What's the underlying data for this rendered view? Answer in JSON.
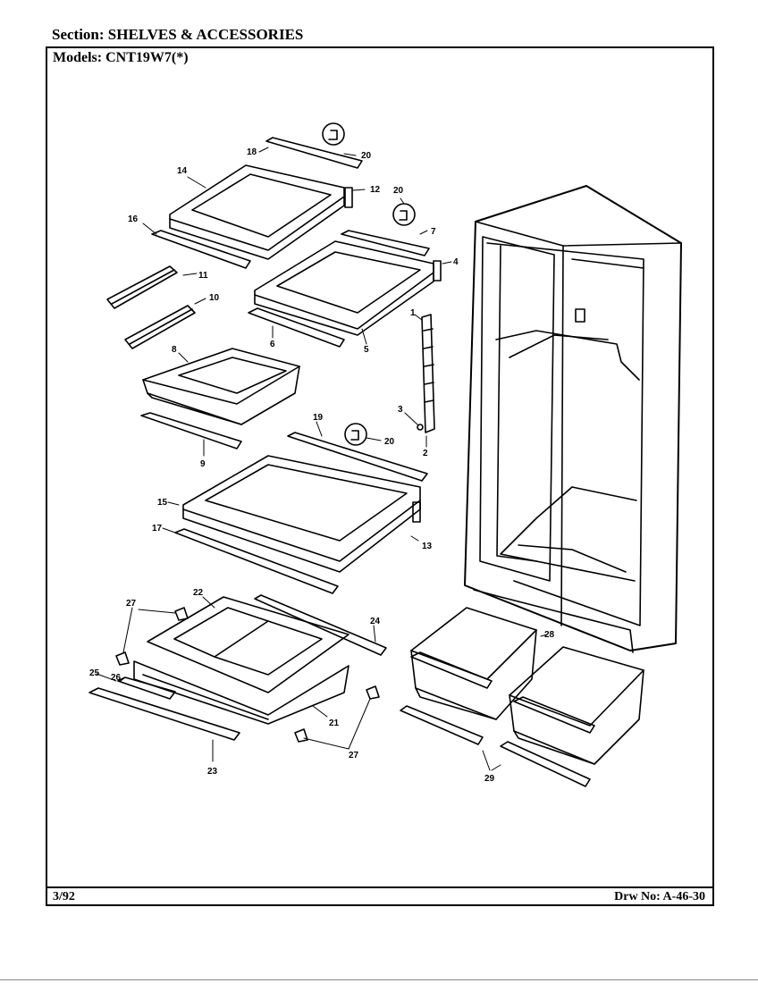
{
  "header": {
    "section_label": "Section:",
    "section_value": "SHELVES & ACCESSORIES",
    "models_label": "Models:",
    "models_value": "CNT19W7(*)"
  },
  "footer": {
    "date": "3/92",
    "drawing_number": "Drw No: A-46-30"
  },
  "callouts": [
    "18",
    "20",
    "14",
    "12",
    "20",
    "7",
    "16",
    "4",
    "11",
    "10",
    "1",
    "6",
    "5",
    "8",
    "3",
    "2",
    "9",
    "19",
    "20",
    "15",
    "17",
    "13",
    "22",
    "27",
    "24",
    "28",
    "25",
    "26",
    "21",
    "27",
    "23",
    "29"
  ]
}
